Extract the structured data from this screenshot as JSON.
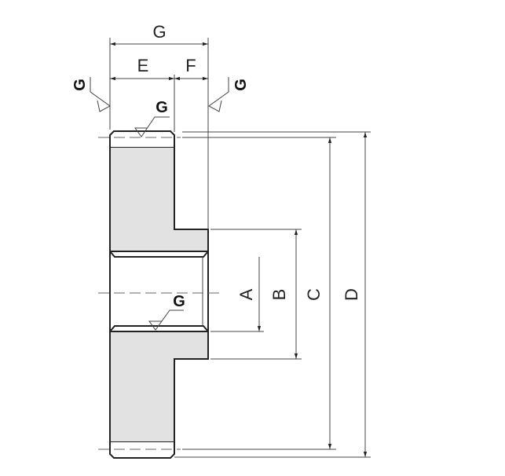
{
  "drawing": {
    "width_labels": {
      "overall": "G",
      "rim": "E",
      "hub": "F"
    },
    "diameter_labels": {
      "bore": "A",
      "hub": "B",
      "pitch": "C",
      "outside": "D"
    },
    "surface_finish_label": "G",
    "colors": {
      "section_fill": "#e2e2e2",
      "line": "#222222"
    }
  }
}
